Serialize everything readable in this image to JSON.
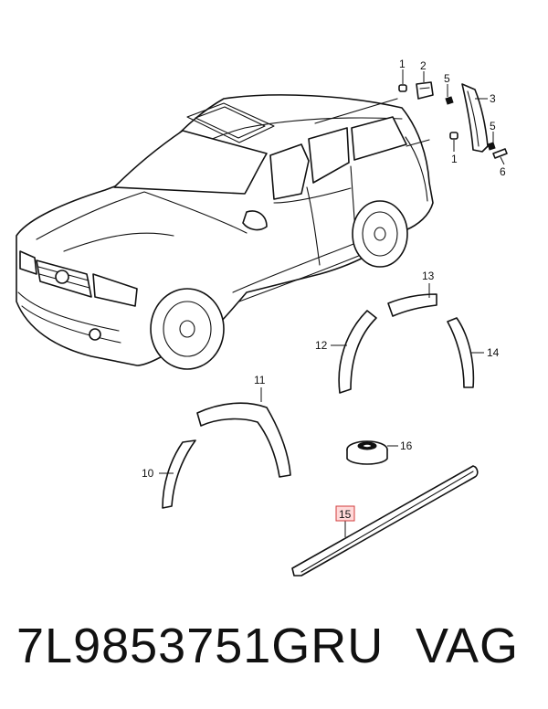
{
  "callouts": {
    "c1a": "1",
    "c2": "2",
    "c5a": "5",
    "c3": "3",
    "c5b": "5",
    "c1b": "1",
    "c6": "6",
    "c13": "13",
    "c12": "12",
    "c14": "14",
    "c11": "11",
    "c16": "16",
    "c10": "10",
    "c15": "15"
  },
  "highlight": {
    "callout": "15",
    "fill": "#ffd9d9",
    "stroke": "#d23c3c"
  },
  "footer": {
    "part_number": "7L9853751GRU",
    "brand": "VAG"
  }
}
